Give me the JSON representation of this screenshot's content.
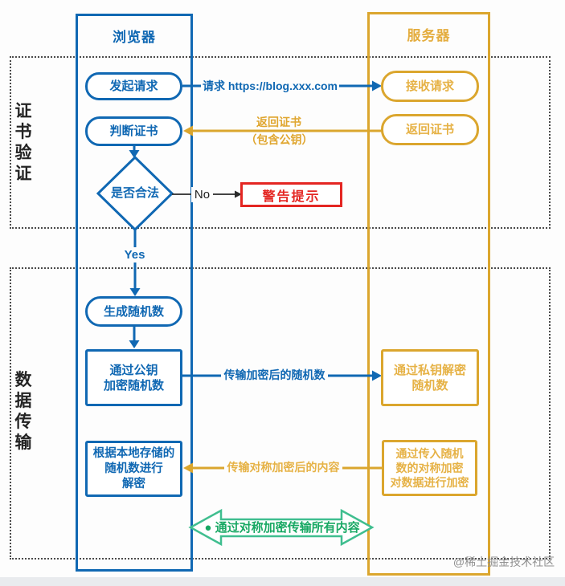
{
  "sections": {
    "cert": {
      "label": "证书验证"
    },
    "data": {
      "label": "数据传输"
    }
  },
  "browser": {
    "title": "浏览器",
    "initiate_request": "发起请求",
    "judge_certificate": "判断证书",
    "is_valid": "是否合法",
    "generate_random": "生成随机数",
    "encrypt_random_with_public_key": "通过公钥\n加密随机数",
    "decrypt_with_local_random": "根据本地存储的\n随机数进行\n解密"
  },
  "server": {
    "title": "服务器",
    "receive_request": "接收请求",
    "return_certificate": "返回证书",
    "decrypt_random_with_private_key": "通过私钥解密\n随机数",
    "encrypt_data_with_symmetric": "通过传入随机\n数的对称加密\n对数据进行加密"
  },
  "labels": {
    "request_url": "请求 https://blog.xxx.com",
    "return_cert_line1": "返回证书",
    "return_cert_line2": "（包含公钥）",
    "no": "No",
    "yes": "Yes",
    "warning": "警告提示",
    "transfer_encrypted_random": "传输加密后的随机数",
    "transfer_symmetric_content": "传输对称加密后的内容",
    "symmetric_all_content": "● 通过对称加密传输所有内容"
  },
  "watermark": "@稀土掘金技术社区",
  "colors": {
    "blue": "#1068b3",
    "gold": "#dba62e",
    "gold_text": "#e6b246",
    "red": "#e42622",
    "green_stroke": "#3fbe8f",
    "green_text": "#17a863",
    "section_text": "#242424",
    "watermark_gray": "#8f8f8f"
  }
}
